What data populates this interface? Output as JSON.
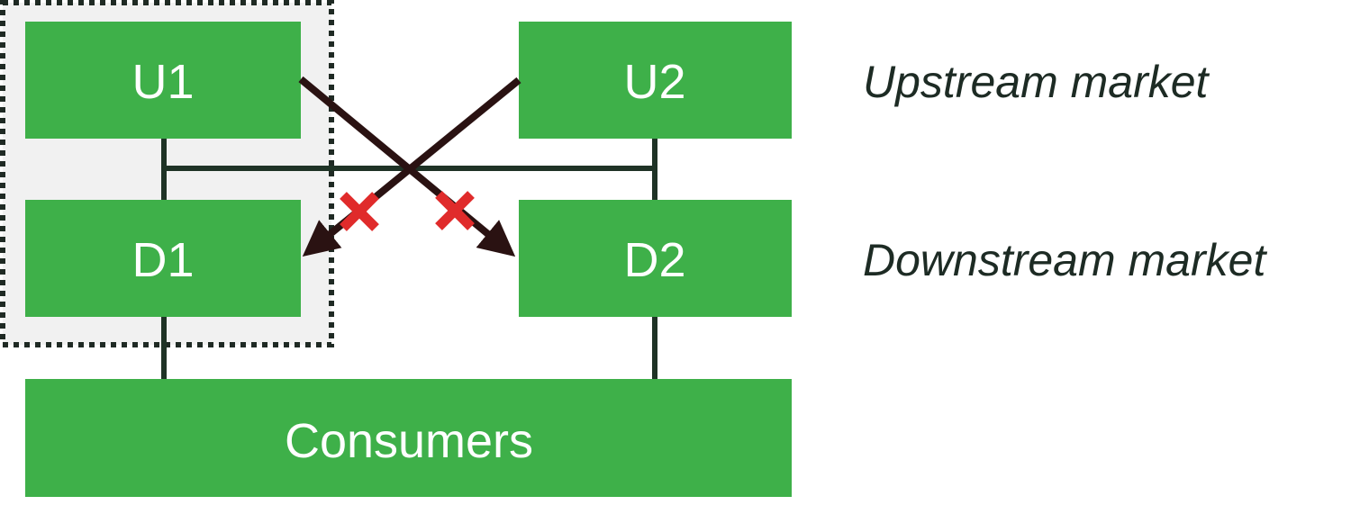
{
  "nodes": {
    "u1": "U1",
    "u2": "U2",
    "d1": "D1",
    "d2": "D2",
    "consumers": "Consumers"
  },
  "labels": {
    "upstream": "Upstream market",
    "downstream": "Downstream market"
  },
  "colors": {
    "box": "#3eb049",
    "line": "#1f3326",
    "arrow": "#2a1212",
    "cross": "#e02b2b",
    "group_fill": "#f1f1f1",
    "group_border": "#1f2a24"
  }
}
